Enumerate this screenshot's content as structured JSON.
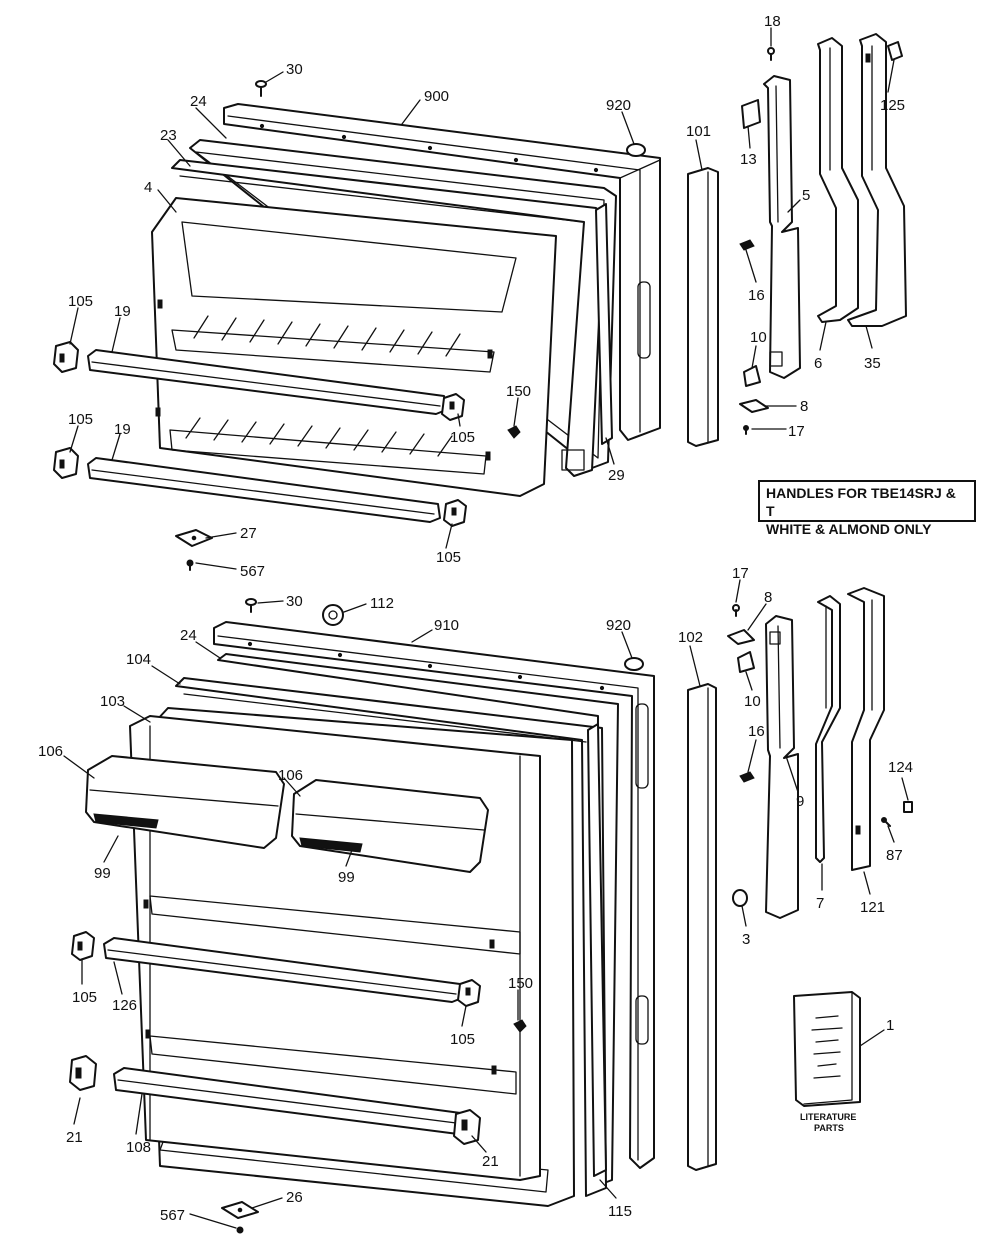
{
  "note": {
    "line1": "HANDLES FOR TBE14SRJ & T",
    "line2": "WHITE & ALMOND ONLY"
  },
  "literature": {
    "line1": "LITERATURE",
    "line2": "PARTS"
  },
  "callouts": {
    "freezer_door": {
      "c30": "30",
      "c900": "900",
      "c24": "24",
      "c23": "23",
      "c4": "4",
      "c920": "920",
      "c101": "101",
      "c105a": "105",
      "c19a": "19",
      "c150": "150",
      "c105b": "105",
      "c105c": "105",
      "c19b": "19",
      "c29": "29",
      "c105d": "105",
      "c27": "27",
      "c567": "567"
    },
    "upper_handle": {
      "c18": "18",
      "c13": "13",
      "c5": "5",
      "c16": "16",
      "c10": "10",
      "c8": "8",
      "c17": "17",
      "c6": "6",
      "c35": "35",
      "c125": "125"
    },
    "fresh_food_door": {
      "c30": "30",
      "c112": "112",
      "c910": "910",
      "c920": "920",
      "c24": "24",
      "c104": "104",
      "c103": "103",
      "c106a": "106",
      "c106b": "106",
      "c99a": "99",
      "c99b": "99",
      "c105a": "105",
      "c126": "126",
      "c150": "150",
      "c105b": "105",
      "c21a": "21",
      "c108": "108",
      "c21b": "21",
      "c115": "115",
      "c102": "102",
      "c26": "26",
      "c567": "567"
    },
    "lower_handle": {
      "c17": "17",
      "c8": "8",
      "c10": "10",
      "c16": "16",
      "c9": "9",
      "c3": "3",
      "c7": "7",
      "c121": "121",
      "c124": "124",
      "c87": "87",
      "c1": "1"
    }
  }
}
